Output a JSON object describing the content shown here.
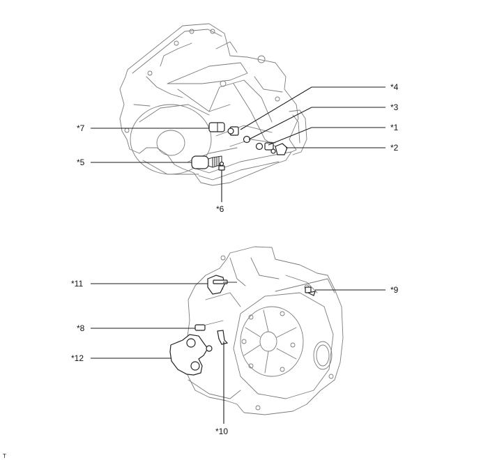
{
  "diagram": {
    "type": "parts-location-illustration",
    "views": [
      {
        "id": "upper-view",
        "callouts": [
          {
            "label": "*1",
            "side": "right"
          },
          {
            "label": "*2",
            "side": "right"
          },
          {
            "label": "*3",
            "side": "right"
          },
          {
            "label": "*4",
            "side": "right"
          },
          {
            "label": "*5",
            "side": "left"
          },
          {
            "label": "*6",
            "side": "bottom"
          },
          {
            "label": "*7",
            "side": "left"
          }
        ]
      },
      {
        "id": "lower-view",
        "callouts": [
          {
            "label": "*8",
            "side": "left"
          },
          {
            "label": "*9",
            "side": "right"
          },
          {
            "label": "*10",
            "side": "bottom"
          },
          {
            "label": "*11",
            "side": "left"
          },
          {
            "label": "*12",
            "side": "left"
          }
        ]
      }
    ],
    "footer_code": "T",
    "colors": {
      "line_art": "#7a7a7a",
      "leader": "#1a1a1a",
      "background": "#ffffff"
    }
  },
  "labels": {
    "c1": "*1",
    "c2": "*2",
    "c3": "*3",
    "c4": "*4",
    "c5": "*5",
    "c6": "*6",
    "c7": "*7",
    "c8": "*8",
    "c9": "*9",
    "c10": "*10",
    "c11": "*11",
    "c12": "*12",
    "footer": "T"
  }
}
